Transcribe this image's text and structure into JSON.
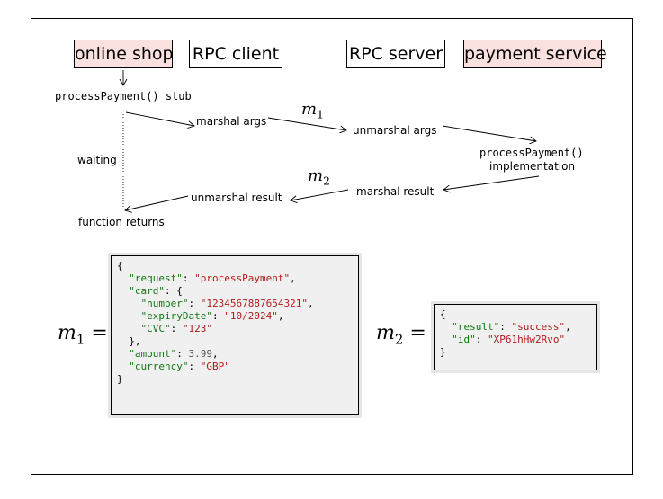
{
  "headers": {
    "online_shop": "online shop",
    "rpc_client": "RPC client",
    "rpc_server": "RPC server",
    "payment_service": "payment service"
  },
  "steps": {
    "stub": "processPayment() stub",
    "marshal_args": "marshal args",
    "unmarshal_args": "unmarshal args",
    "impl_name": "processPayment()",
    "impl_word": "implementation",
    "marshal_result": "marshal result",
    "unmarshal_result": "unmarshal result",
    "waiting": "waiting",
    "function_returns": "function returns"
  },
  "messages": {
    "m1": {
      "var": "m",
      "sub": "1"
    },
    "m2": {
      "var": "m",
      "sub": "2"
    }
  },
  "equals": "=",
  "colors": {
    "header_fill": "#fbe0e0",
    "json_key": "#117711",
    "json_string": "#b31b1b",
    "code_bg": "#f0f0f0"
  },
  "m1_json": {
    "l1": "{",
    "request_key": "\"request\"",
    "request_val": "\"processPayment\"",
    "card_key": "\"card\"",
    "card_open": "{",
    "number_key": "\"number\"",
    "number_val": "\"1234567887654321\"",
    "expiry_key": "\"expiryDate\"",
    "expiry_val": "\"10/2024\"",
    "cvc_key": "\"CVC\"",
    "cvc_val": "\"123\"",
    "card_close": "},",
    "amount_key": "\"amount\"",
    "amount_val": "3.99",
    "currency_key": "\"currency\"",
    "currency_val": "\"GBP\"",
    "close": "}"
  },
  "m2_json": {
    "open": "{",
    "result_key": "\"result\"",
    "result_val": "\"success\"",
    "id_key": "\"id\"",
    "id_val": "\"XP61hHw2Rvo\"",
    "close": "}"
  }
}
